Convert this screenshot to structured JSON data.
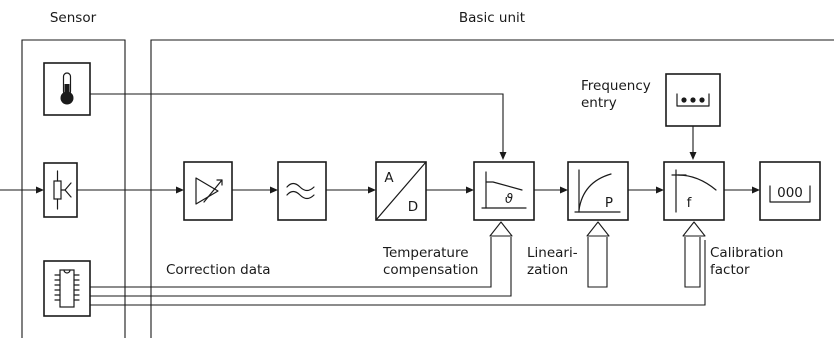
{
  "regions": {
    "sensor_title": "Sensor",
    "basic_unit_title": "Basic unit"
  },
  "blocks": {
    "adc_top": "A",
    "adc_bottom": "D",
    "temp_comp_symbol": "ϑ",
    "linearization_symbol": "P",
    "frequency_symbol": "f",
    "display_value": "000"
  },
  "labels": {
    "frequency_entry": [
      "Frequency",
      "entry"
    ],
    "correction_data": "Correction data",
    "temperature_compensation": [
      "Temperature",
      "compensation"
    ],
    "linearization": [
      "Lineari-",
      "zation"
    ],
    "calibration_factor": [
      "Calibration",
      "factor"
    ]
  }
}
